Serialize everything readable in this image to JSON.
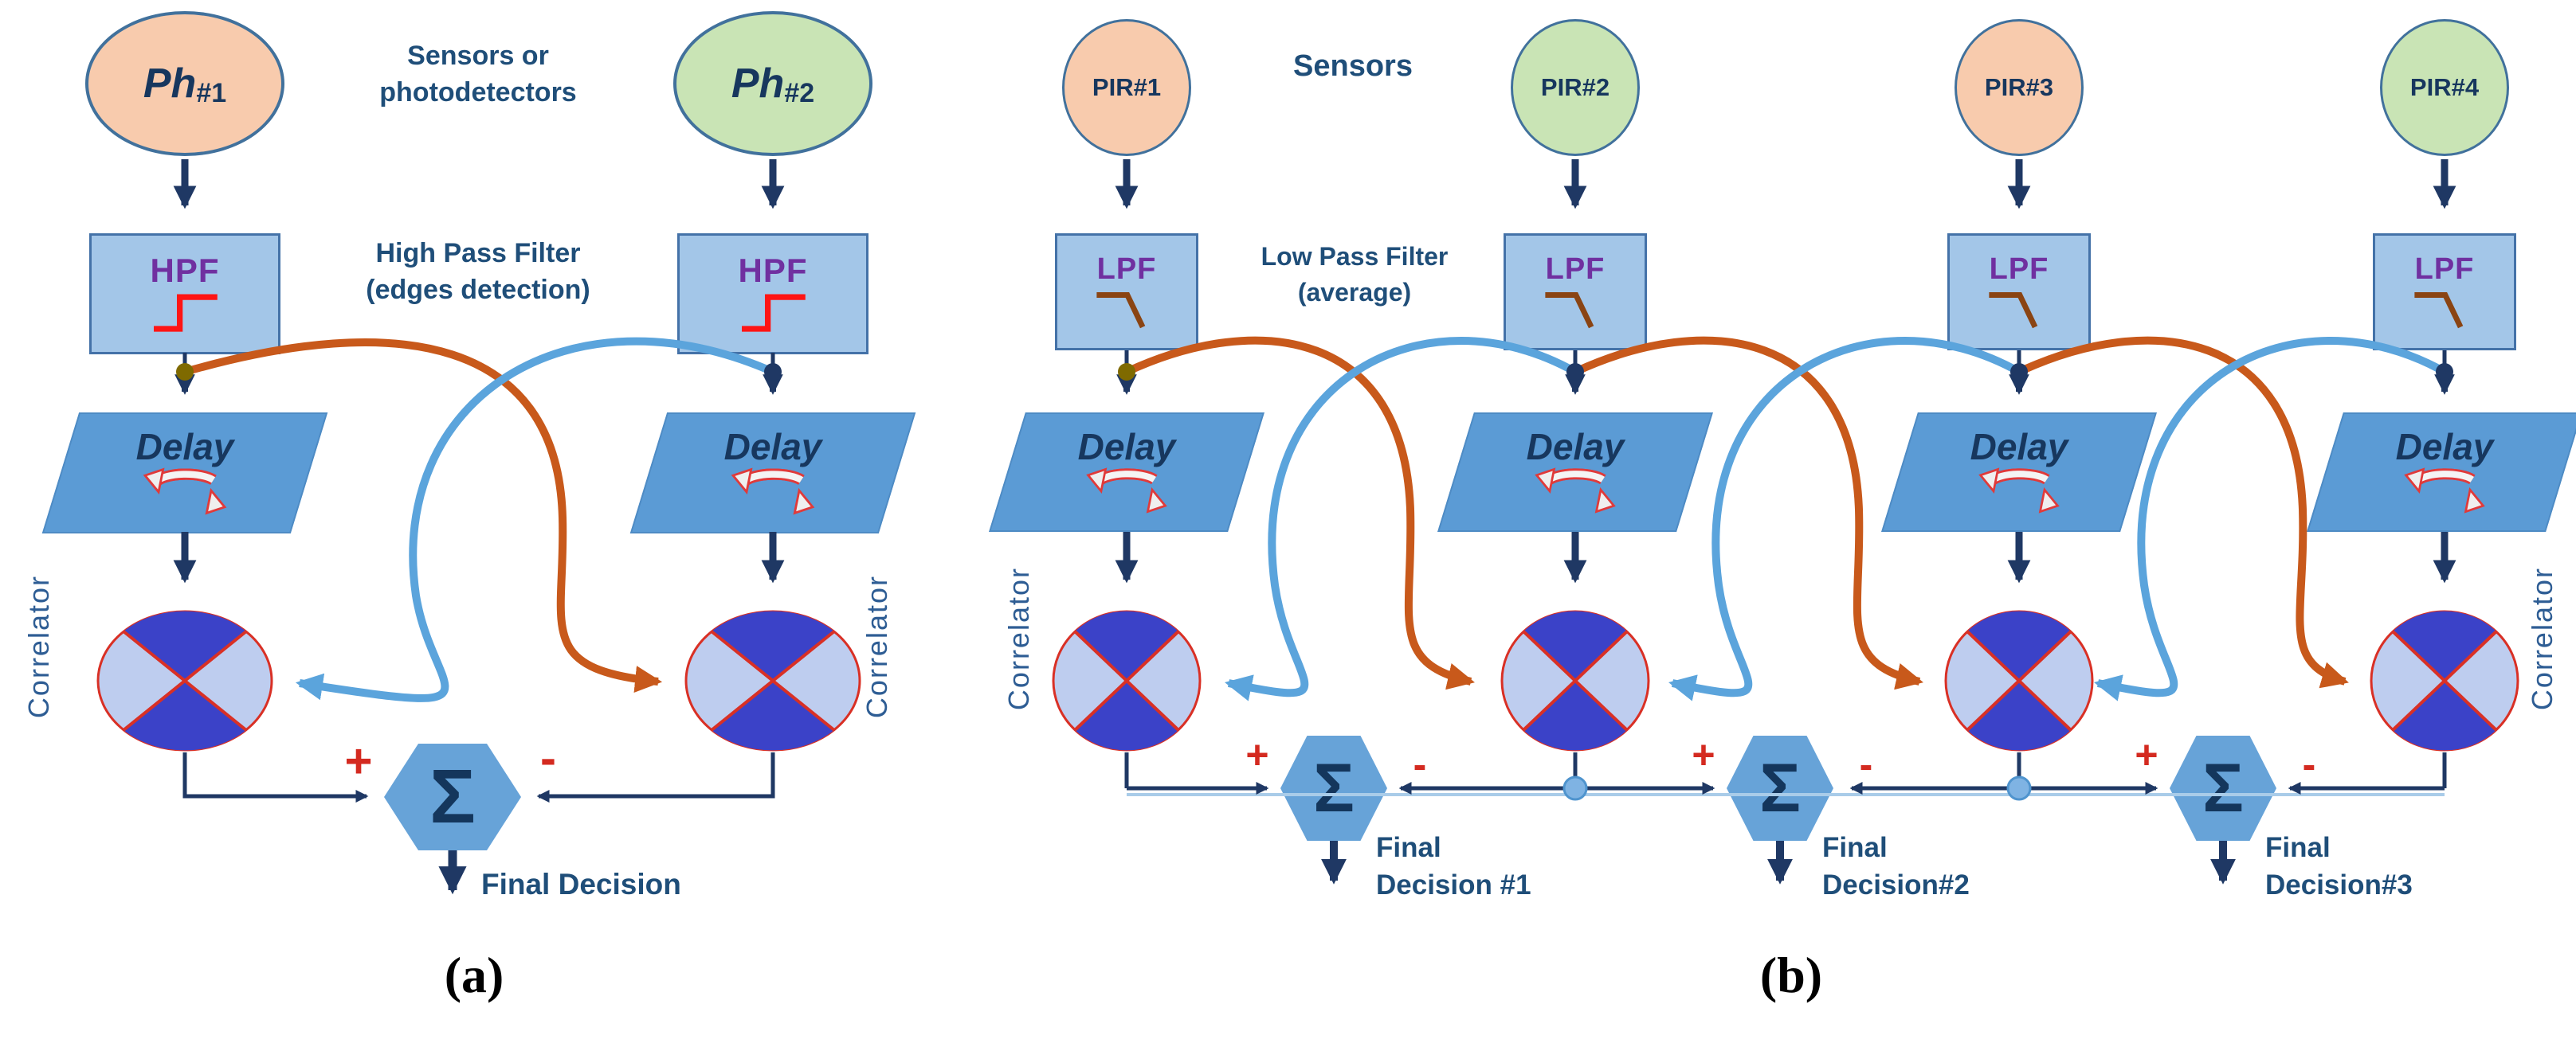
{
  "panel_a": {
    "caption": "(a)",
    "sensors_caption": "Sensors or\nphotodetectors",
    "filter_caption": "High Pass Filter\n(edges detection)",
    "correlator_left": "Correlator",
    "correlator_right": "Correlator",
    "chains": [
      {
        "sensor_main": "Ph",
        "sensor_sub": "#1",
        "filter_label": "HPF",
        "delay_label": "Delay"
      },
      {
        "sensor_main": "Ph",
        "sensor_sub": "#2",
        "filter_label": "HPF",
        "delay_label": "Delay"
      }
    ],
    "summer": {
      "sigma": "Σ",
      "plus": "+",
      "minus": "-",
      "output_label": "Final Decision"
    }
  },
  "panel_b": {
    "caption": "(b)",
    "sensors_caption": "Sensors",
    "filter_caption": "Low Pass Filter\n(average)",
    "correlator_left": "Correlator",
    "correlator_right": "Correlator",
    "chains": [
      {
        "sensor_label": "PIR#1",
        "filter_label": "LPF",
        "delay_label": "Delay"
      },
      {
        "sensor_label": "PIR#2",
        "filter_label": "LPF",
        "delay_label": "Delay"
      },
      {
        "sensor_label": "PIR#3",
        "filter_label": "LPF",
        "delay_label": "Delay"
      },
      {
        "sensor_label": "PIR#4",
        "filter_label": "LPF",
        "delay_label": "Delay"
      }
    ],
    "summers": [
      {
        "sigma": "Σ",
        "plus": "+",
        "minus": "-",
        "output_label": "Final\nDecision #1"
      },
      {
        "sigma": "Σ",
        "plus": "+",
        "minus": "-",
        "output_label": "Final\nDecision#2"
      },
      {
        "sigma": "Σ",
        "plus": "+",
        "minus": "-",
        "output_label": "Final\nDecision#3"
      }
    ]
  },
  "colors": {
    "sensor_peach": "#F8CBAD",
    "sensor_green": "#C9E4B5",
    "sensor_border": "#41719C",
    "filter_box": "#A3C6E8",
    "filter_text": "#7030A0",
    "hpf_glyph_red": "#FF1414",
    "lpf_glyph_brown": "#8A4413",
    "delay_fill": "#5B9BD5",
    "wire_navy": "#1F3864",
    "correlator_dark": "#3B42C8",
    "correlator_light": "#BECDEF",
    "correlator_outline": "#D93025",
    "sigma_fill": "#67A3D8",
    "plus_minus_red": "#D42A20",
    "cross_orange": "#C8591B",
    "cross_blue": "#5BA4DC",
    "junction_olive": "#7F6A00",
    "junction_blue": "#7FB3E3",
    "text_navy": "#1F4E79"
  }
}
